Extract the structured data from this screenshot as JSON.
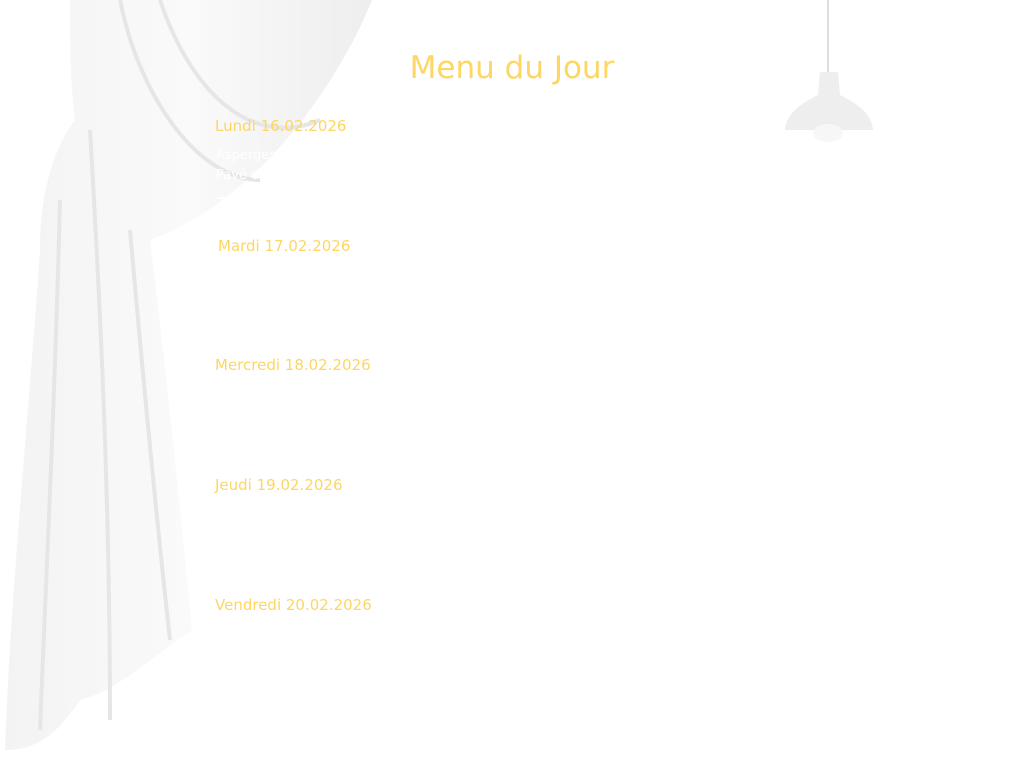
{
  "header": {
    "title": "Menu du Jour"
  },
  "days": [
    {
      "label": "Lundi 16.02.2026",
      "dishes": [
        "Asperges",
        "Pavé d"
      ]
    },
    {
      "label": "Mardi 17.02.2026"
    },
    {
      "label": "Mercredi 18.02.2026"
    },
    {
      "label": "Jeudi 19.02.2026"
    },
    {
      "label": "Vendredi 20.02.2026"
    }
  ],
  "colors": {
    "accent": "#fdd663"
  }
}
